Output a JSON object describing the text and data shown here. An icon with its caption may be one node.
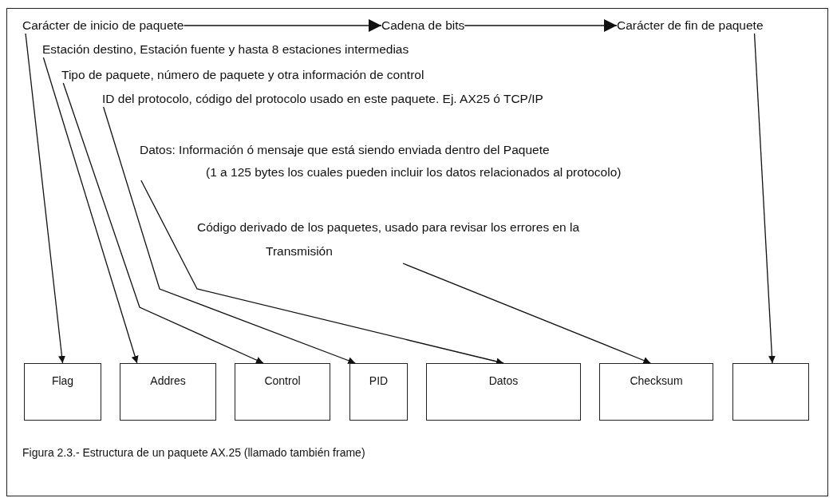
{
  "diagram": {
    "caption": "Figura 2.3.- Estructura de un paquete AX.25 (llamado también frame)",
    "nodes": [
      {
        "text": [
          "Carácter de inicio de paquete"
        ]
      },
      {
        "text": [
          "Cadena de bits"
        ]
      },
      {
        "text": [
          "Carácter de fin de paquete"
        ]
      },
      {
        "text": [
          "Estación destino, Estación fuente y hasta 8 estaciones intermedias"
        ]
      },
      {
        "text": [
          "Tipo de paquete, número de paquete y otra información de control"
        ]
      },
      {
        "text": [
          "ID del protocolo, código del protocolo usado en este paquete. Ej. AX25 ó TCP/IP"
        ]
      },
      {
        "text": [
          "Datos: Información ó mensaje que está siendo enviada dentro del Paquete",
          "(1 a 125 bytes los cuales pueden incluir los datos relacionados al protocolo)"
        ]
      },
      {
        "text": [
          "Código derivado de los paquetes, usado para revisar los errores en la Transmisión"
        ]
      },
      {
        "text": [
          "Flag"
        ]
      },
      {
        "text": [
          "Addres"
        ]
      },
      {
        "text": [
          "Control"
        ]
      },
      {
        "text": [
          "PID"
        ]
      },
      {
        "text": [
          "Datos"
        ]
      },
      {
        "text": [
          "Checksum"
        ]
      },
      {
        "text": [],
        "shape": "box"
      }
    ],
    "edges": [
      {
        "from": 0,
        "to": 1,
        "arrow": "to"
      },
      {
        "from": 1,
        "to": 2,
        "arrow": "to"
      },
      {
        "from": 0,
        "to": 8,
        "arrow": "to"
      },
      {
        "from": 3,
        "to": 9,
        "arrow": "to"
      },
      {
        "from": 4,
        "to": 10,
        "arrow": "to"
      },
      {
        "from": 5,
        "to": 11,
        "arrow": "to"
      },
      {
        "from": 6,
        "to": 12,
        "arrow": "to"
      },
      {
        "from": 7,
        "to": 13,
        "arrow": "to"
      },
      {
        "from": 2,
        "to": 14,
        "arrow": "to"
      }
    ]
  }
}
